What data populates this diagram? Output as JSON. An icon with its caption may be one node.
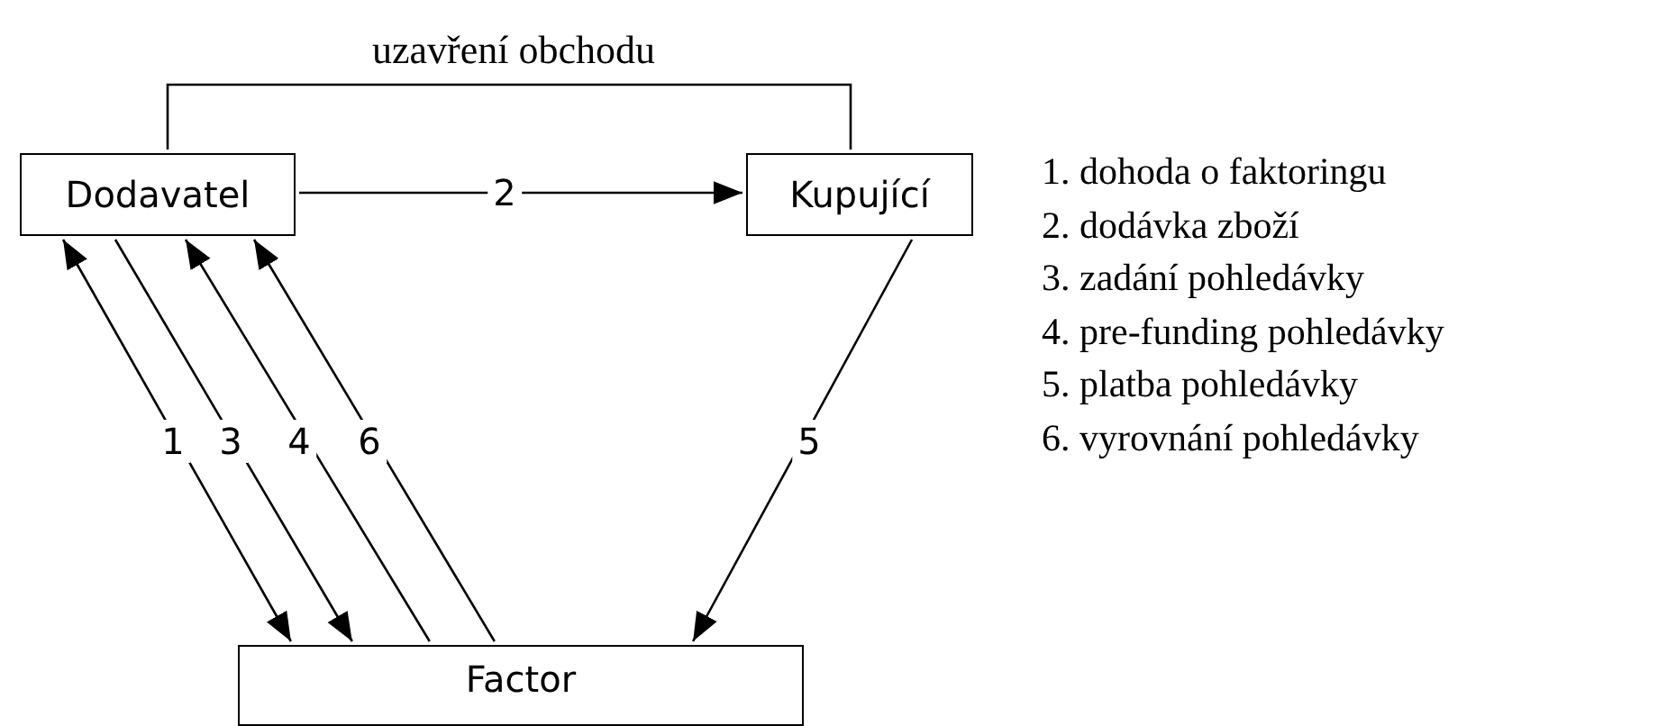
{
  "diagram": {
    "nodes": [
      {
        "text": [
          "Dodavatel"
        ]
      },
      {
        "text": [
          "Kupující"
        ]
      },
      {
        "text": [
          "Factor"
        ]
      }
    ],
    "edges": [
      {
        "from": 0,
        "to": 1,
        "arrow": "none",
        "label": "uzavření obchodu"
      },
      {
        "from": 0,
        "to": 1,
        "arrow": "to",
        "label": "2"
      },
      {
        "from": 0,
        "to": 2,
        "arrow": "both",
        "label": "1"
      },
      {
        "from": 0,
        "to": 2,
        "arrow": "to",
        "label": "3"
      },
      {
        "from": 2,
        "to": 0,
        "arrow": "to",
        "label": "4"
      },
      {
        "from": 2,
        "to": 0,
        "arrow": "to",
        "label": "6"
      },
      {
        "from": 1,
        "to": 2,
        "arrow": "to",
        "label": "5"
      }
    ],
    "labels": [
      "1. dohoda o faktoringu",
      "2. dodávka zboží",
      "3. zadání pohledávky",
      "4. pre-funding pohledávky",
      "5. platba pohledávky",
      "6. vyrovnání pohledávky"
    ]
  }
}
